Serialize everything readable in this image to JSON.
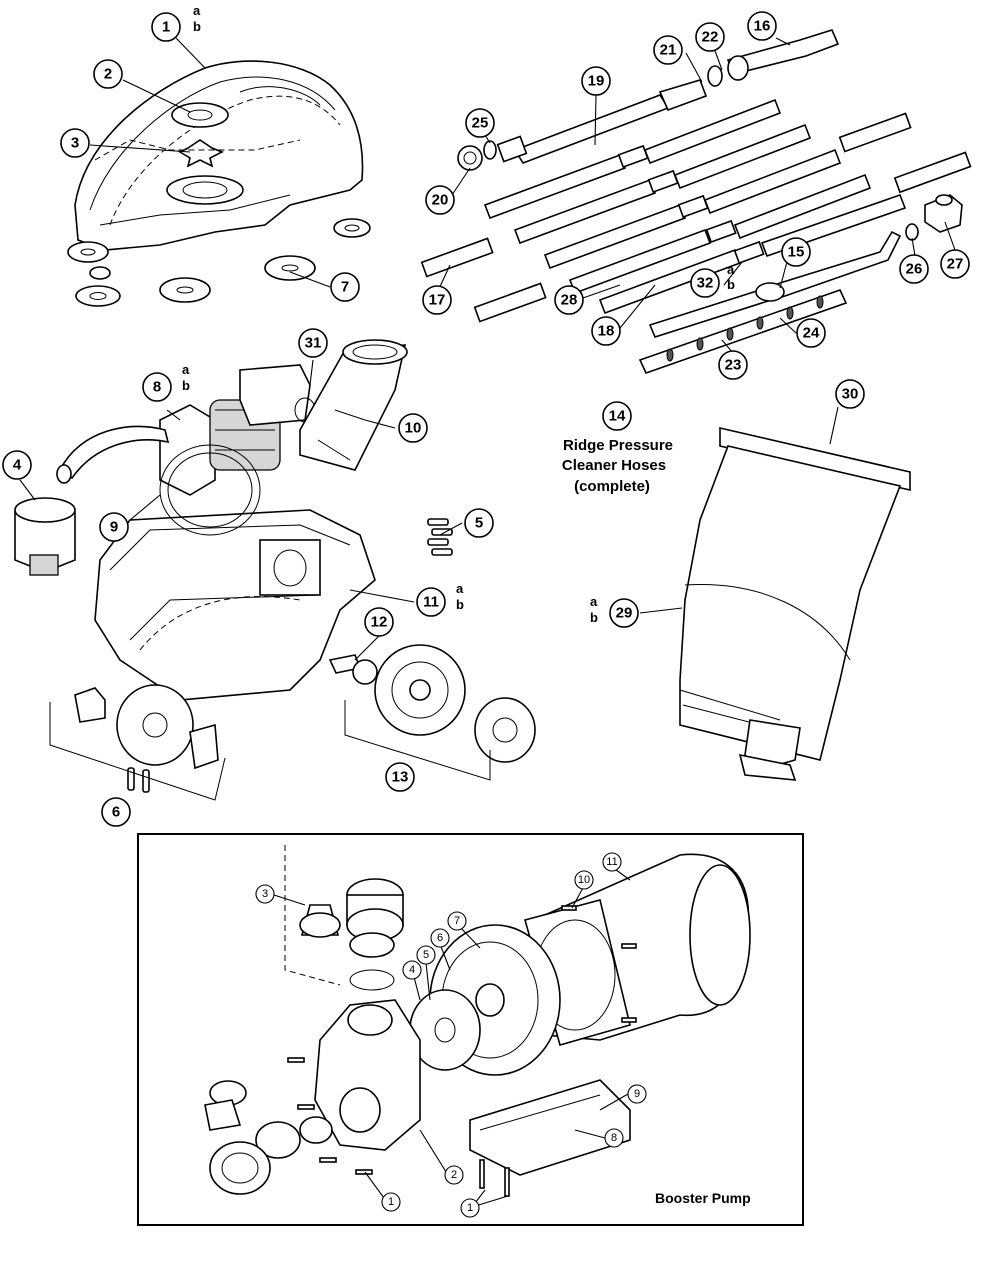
{
  "callouts": {
    "c1": "1",
    "c2": "2",
    "c3": "3",
    "c4": "4",
    "c5": "5",
    "c6": "6",
    "c7": "7",
    "c8": "8",
    "c9": "9",
    "c10": "10",
    "c11": "11",
    "c12": "12",
    "c13": "13",
    "c14": "14",
    "c15": "15",
    "c16": "16",
    "c17": "17",
    "c18": "18",
    "c19": "19",
    "c20": "20",
    "c21": "21",
    "c22": "22",
    "c23": "23",
    "c24": "24",
    "c25": "25",
    "c26": "26",
    "c27": "27",
    "c28": "28",
    "c29": "29",
    "c30": "30",
    "c31": "31",
    "c32": "32"
  },
  "suffixes": {
    "a": "a",
    "b": "b"
  },
  "hoses_label": {
    "line1": "Ridge Pressure",
    "line2": "Cleaner Hoses",
    "line3": "(complete)"
  },
  "pump": {
    "title": "Booster Pump",
    "callouts": {
      "p1a": "1",
      "p1b": "1",
      "p2": "2",
      "p3": "3",
      "p4": "4",
      "p5": "5",
      "p6": "6",
      "p7": "7",
      "p8": "8",
      "p9": "9",
      "p10": "10",
      "p11": "11"
    }
  }
}
